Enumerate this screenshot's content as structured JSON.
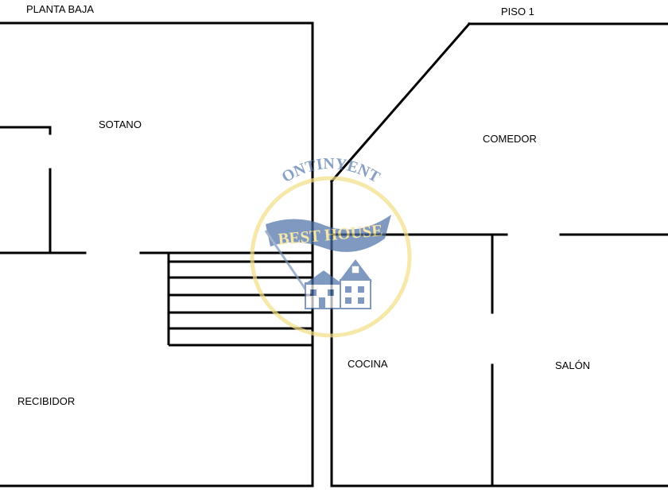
{
  "floors": {
    "ground": {
      "title": "PLANTA BAJA",
      "rooms": {
        "sotano": "SOTANO",
        "recibidor": "RECIBIDOR"
      }
    },
    "first": {
      "title": "PISO 1",
      "rooms": {
        "comedor": "COMEDOR",
        "cocina": "COCINA",
        "salon": "SALÓN"
      }
    }
  },
  "watermark": {
    "top_text": "ONTINYENT",
    "banner_text": "BEST HOUSE",
    "ring_color": "#f3df86",
    "banner_color": "#4a6fa6",
    "text_color": "#5678ad"
  }
}
